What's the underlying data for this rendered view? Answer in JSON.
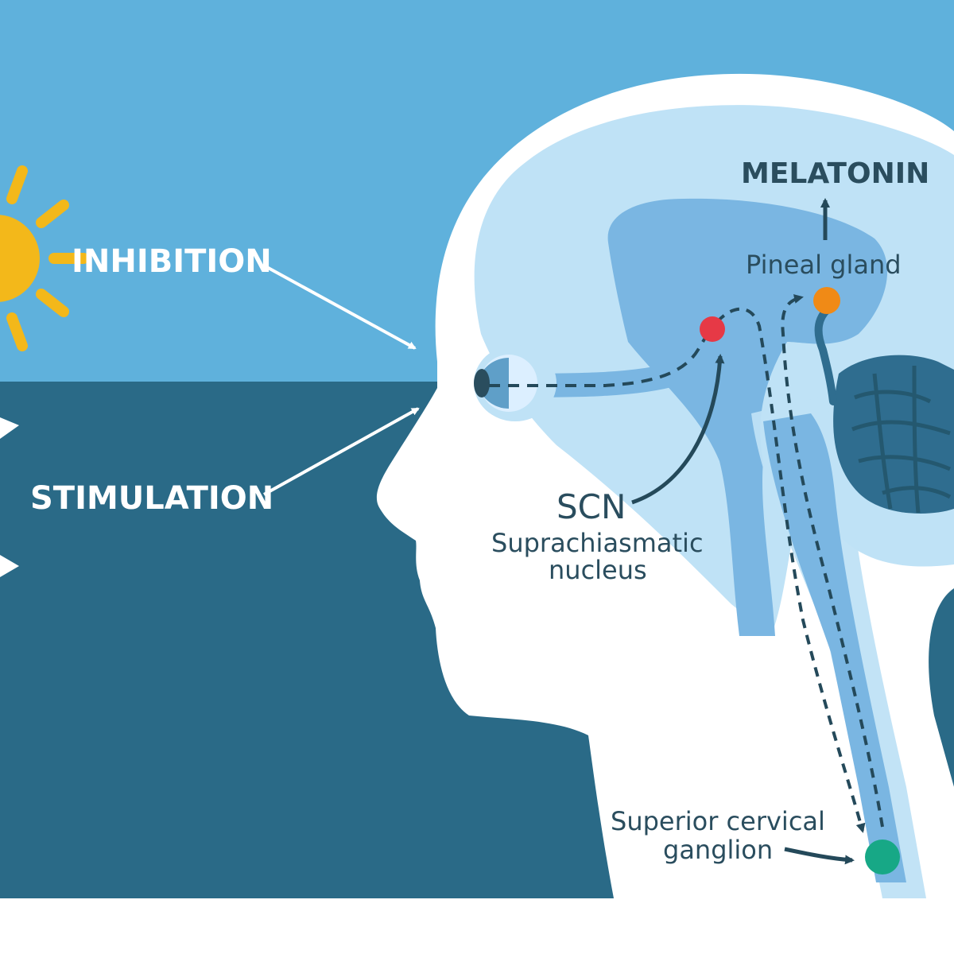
{
  "labels": {
    "inhibition": "INHIBITION",
    "stimulation": "STIMULATION",
    "melatonin": "MELATONIN",
    "pineal_gland": "Pineal gland",
    "scn": "SCN",
    "scn_full_line1": "Suprachiasmatic",
    "scn_full_line2": "nucleus",
    "scg_line1": "Superior cervical",
    "scg_line2": "ganglion"
  },
  "colors": {
    "sky": "#5fb1dc",
    "night": "#2a6a87",
    "head": "#ffffff",
    "brain_light": "#bfe2f6",
    "brain_mid": "#7ab6e2",
    "cerebellum": "#2f6d8f",
    "label_dark": "#2a4d5e",
    "sun": "#f3b81a",
    "scn_dot": "#e63946",
    "pineal_dot": "#f08a16",
    "ganglion_dot": "#17a886"
  },
  "icons": {
    "sun": "sun-icon",
    "eye": "eye-icon",
    "moon": "moon-icon"
  }
}
